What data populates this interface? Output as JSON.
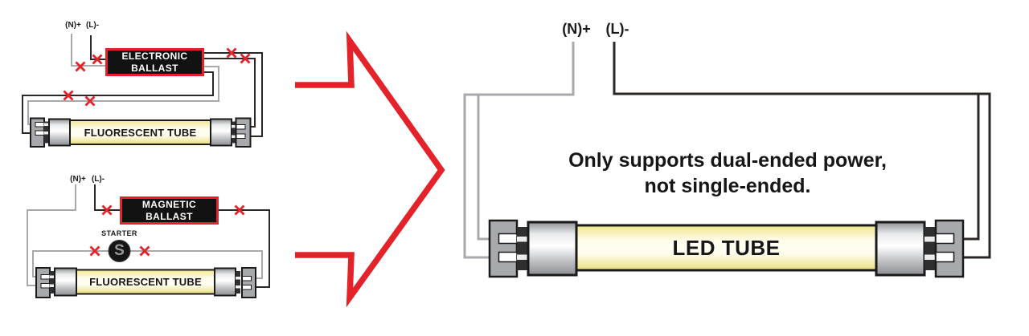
{
  "colors": {
    "accent_red": "#e4222a",
    "wire_gray": "#a7a9ac",
    "wire_black": "#2b2826",
    "tube_yellow": "#f0e68a"
  },
  "left_top_diagram": {
    "n_label": "(N)+",
    "l_label": "(L)-",
    "ballast_label": "ELECTRONIC\nBALLAST",
    "tube_label": "FLUORESCENT TUBE"
  },
  "left_bottom_diagram": {
    "n_label": "(N)+",
    "l_label": "(L)-",
    "ballast_label": "MAGNETIC\nBALLAST",
    "starter_label": "STARTER",
    "starter_symbol": "S",
    "tube_label": "FLUORESCENT TUBE"
  },
  "right_diagram": {
    "n_label": "(N)+",
    "l_label": "(L)-",
    "message_line1": "Only supports dual-ended power,",
    "message_line2": "not single-ended.",
    "tube_label": "LED TUBE"
  }
}
